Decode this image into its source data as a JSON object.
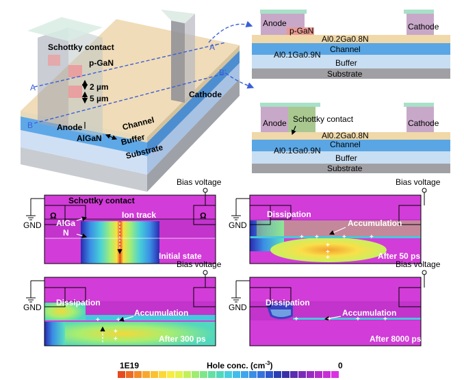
{
  "device3d": {
    "schottky": "Schottky contact",
    "pgan": "p-GaN",
    "dim1": "2 µm",
    "dim2": "5 µm",
    "cathode": "Cathode",
    "anode": "Anode",
    "channel": "Channel",
    "algan": "AlGaN",
    "buffer": "Buffer",
    "substrate": "Substrate",
    "a": "A",
    "a_prime": "A'",
    "b": "B",
    "b_prime": "B'"
  },
  "cross_a": {
    "anode": "Anode",
    "pgan": "p-GaN",
    "cathode": "Cathode",
    "barrier": "Al0.2Ga0.8N",
    "channel": "Channel",
    "lower": "Al0.1Ga0.9N",
    "buffer": "Buffer",
    "substrate": "Substrate"
  },
  "cross_b": {
    "anode": "Anode",
    "schottky": "Schottky contact",
    "cathode": "Cathode",
    "barrier": "Al0.2Ga0.8N",
    "channel": "Channel",
    "lower": "Al0.1Ga0.9N",
    "buffer": "Buffer",
    "substrate": "Substrate"
  },
  "panels": {
    "bias": "Bias voltage",
    "gnd": "GND",
    "omega": "Ω",
    "p1": {
      "schottky": "Schottky contact",
      "ion": "Ion track",
      "algan": "AlGa",
      "algan2": "N",
      "state": "Initial state"
    },
    "p2": {
      "dissipation": "Dissipation",
      "accumulation": "Accumulation",
      "state": "After 50 ps"
    },
    "p3": {
      "dissipation": "Dissipation",
      "accumulation": "Accumulation",
      "state": "After 300 ps"
    },
    "p4": {
      "dissipation": "Dissipation",
      "accumulation": "Accumulation",
      "state": "After 8000 ps"
    }
  },
  "colorbar": {
    "max": "1E19",
    "title": "Hole conc. (cm",
    "unit_sup": "-3",
    "unit_close": ")",
    "min": "0",
    "colors": [
      "#e64a1e",
      "#ee6a22",
      "#f48a28",
      "#f8a830",
      "#fac232",
      "#fbd838",
      "#f7ec40",
      "#e4f24a",
      "#c2f05a",
      "#9eec70",
      "#7ee68a",
      "#64e0a4",
      "#52d8bc",
      "#48cede",
      "#42bcec",
      "#3ea6ec",
      "#3a8ee6",
      "#3474dc",
      "#2e58cc",
      "#2a3eb6",
      "#3a2ea6",
      "#5a2cae",
      "#7a2cb8",
      "#982cc2",
      "#b22ccc",
      "#c82ed6",
      "#da32e2"
    ]
  }
}
